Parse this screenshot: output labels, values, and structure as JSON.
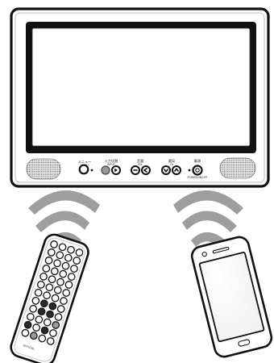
{
  "monitor": {
    "buttons": [
      {
        "name": "menu-button",
        "label": "メニュー",
        "sublabel": "MENU"
      },
      {
        "name": "input-switch-buttons",
        "label": "入力切替",
        "sublabel": "INPUT"
      },
      {
        "name": "volume-buttons",
        "label": "音量",
        "sublabel": "VOL"
      },
      {
        "name": "channel-buttons",
        "label": "選局",
        "sublabel": "CH"
      },
      {
        "name": "power-button",
        "label": "電源",
        "sublabel": "POWER/ON/OFF"
      }
    ]
  },
  "remote": {
    "brand": "OFFICIAL"
  },
  "colors": {
    "outline": "#111111",
    "screen": "#ffffff",
    "button_dark": "#2a2a2a",
    "button_gray": "#9a9a9a",
    "wave_gray": "#9e9e9e",
    "speaker_grille": "#555555"
  },
  "icons": [
    "speaker-grille-icon",
    "signal-wave-icon",
    "remote-control-icon",
    "smartphone-icon"
  ]
}
